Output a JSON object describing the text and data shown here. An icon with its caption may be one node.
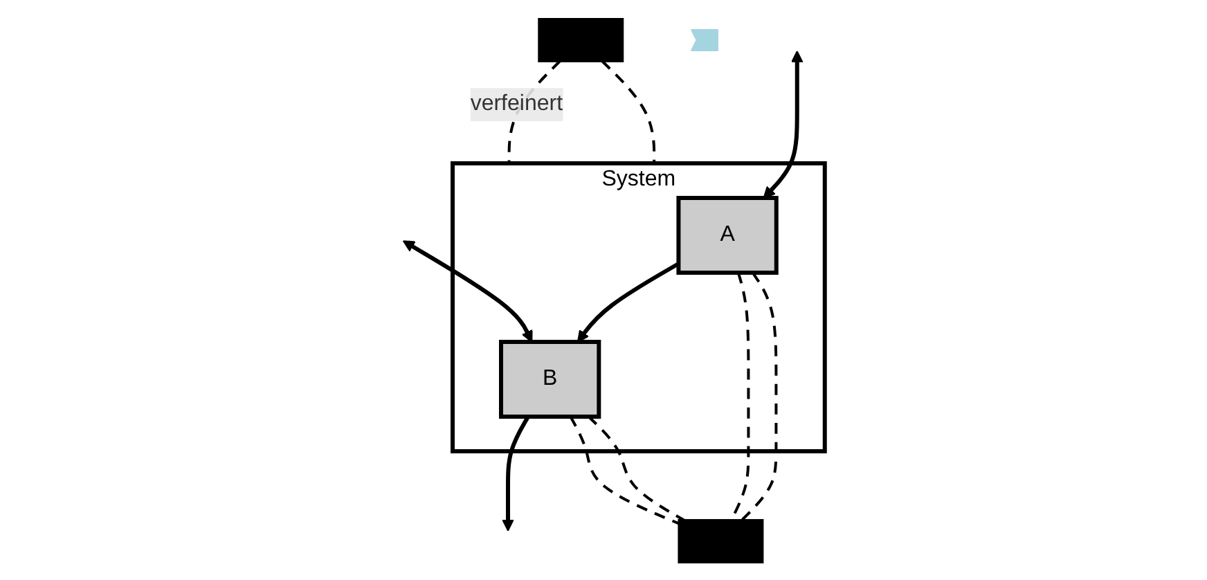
{
  "diagram": {
    "nodes": [
      {
        "text": [],
        "shape": "bar"
      },
      {
        "text": [],
        "shape": "callout"
      },
      {
        "text": [
          "System"
        ]
      },
      {
        "text": [
          "A"
        ],
        "in": 2
      },
      {
        "text": [
          "B"
        ],
        "in": 2
      },
      {
        "text": [],
        "shape": "bar"
      }
    ],
    "edges": [
      {
        "from": 0,
        "to": 2,
        "arrow": "none",
        "style": "dashed"
      },
      {
        "from": 0,
        "to": 2,
        "arrow": "none",
        "style": "dashed",
        "label": "verfeinert"
      },
      {
        "from": null,
        "to": 3,
        "arrow": "both"
      },
      {
        "from": 3,
        "to": 4,
        "arrow": "to"
      },
      {
        "from": null,
        "to": 4,
        "arrow": "both"
      },
      {
        "from": 4,
        "to": null,
        "arrow": "to"
      },
      {
        "from": 3,
        "to": 5,
        "arrow": "none",
        "style": "dashed"
      },
      {
        "from": 3,
        "to": 5,
        "arrow": "none",
        "style": "dashed"
      },
      {
        "from": 4,
        "to": 5,
        "arrow": "none",
        "style": "dashed"
      },
      {
        "from": 4,
        "to": 5,
        "arrow": "none",
        "style": "dashed"
      }
    ]
  }
}
